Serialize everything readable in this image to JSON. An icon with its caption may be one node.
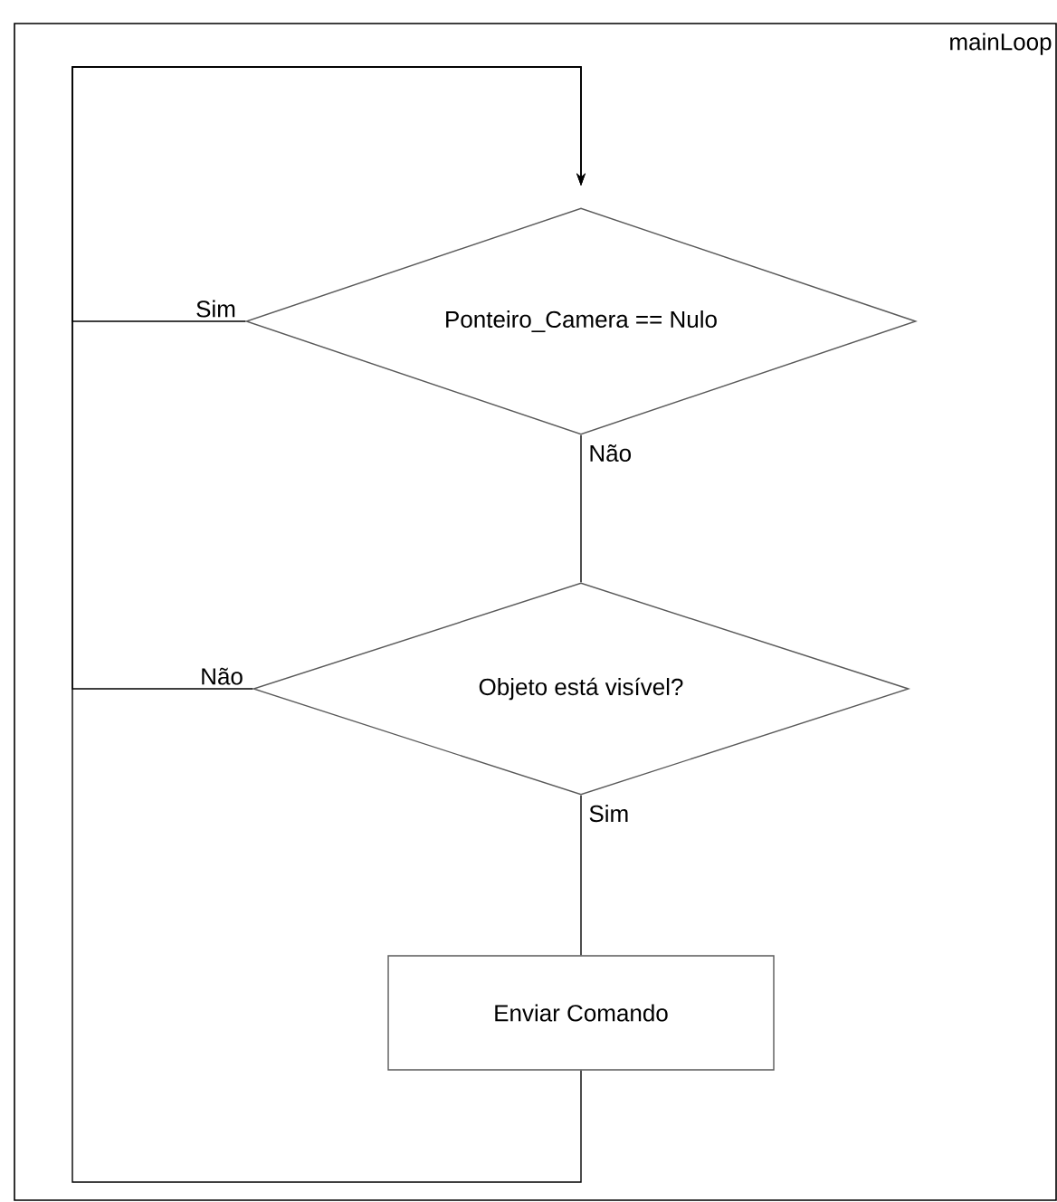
{
  "diagram": {
    "nodes": [
      {
        "text": [
          "mainLoop"
        ]
      },
      {
        "text": [
          "Ponteiro_Camera == Nulo"
        ],
        "in": 0
      },
      {
        "text": [
          "Objeto está visível?"
        ],
        "in": 0
      },
      {
        "text": [
          "Enviar Comando"
        ],
        "in": 0
      }
    ],
    "edges": [
      {
        "from": 1,
        "to": 1,
        "arrow": "to",
        "label": "Sim"
      },
      {
        "from": 1,
        "to": 2,
        "arrow": "none",
        "label": "Não"
      },
      {
        "from": 2,
        "to": 1,
        "arrow": "to",
        "label": "Não"
      },
      {
        "from": 2,
        "to": 3,
        "arrow": "none",
        "label": "Sim"
      },
      {
        "from": 3,
        "to": 1,
        "arrow": "to"
      }
    ]
  }
}
